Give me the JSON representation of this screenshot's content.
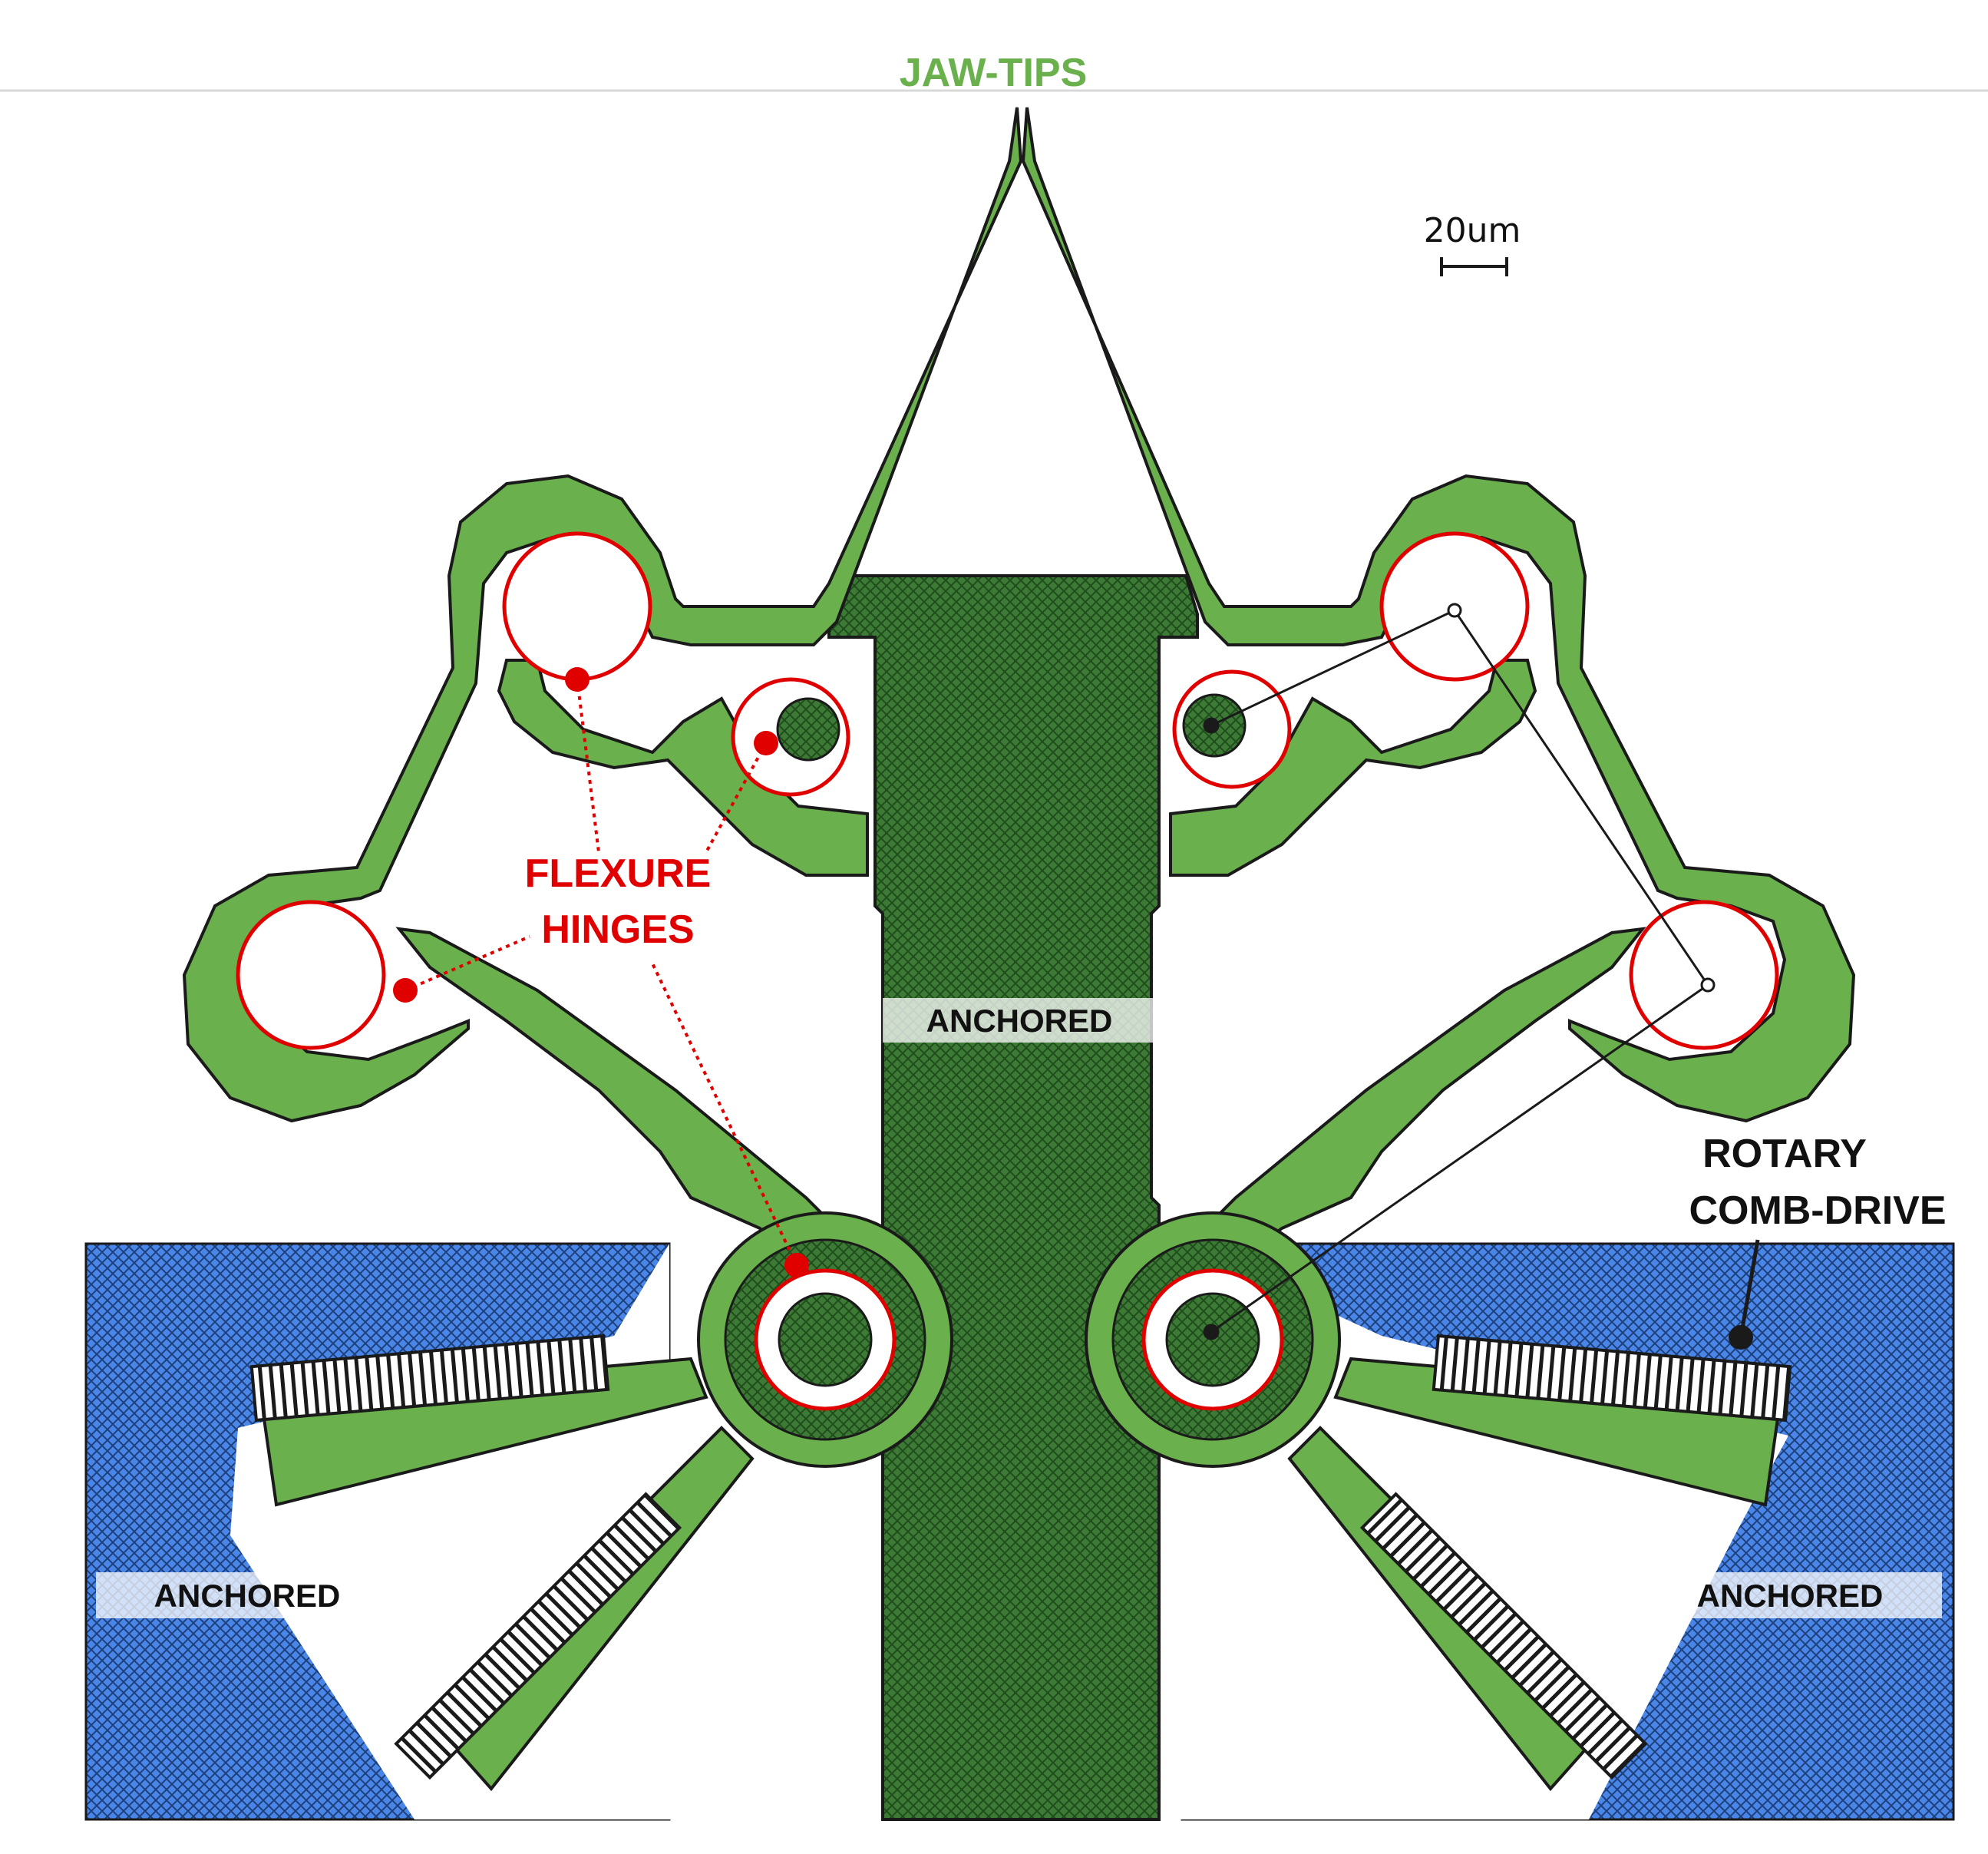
{
  "labels": {
    "jaw_tips": "JAW-TIPS",
    "scale_bar": "20um",
    "flexure_line1": "FLEXURE",
    "flexure_line2": "HINGES",
    "anchored_center": "ANCHORED",
    "anchored_left": "ANCHORED",
    "anchored_right": "ANCHORED",
    "rotary_line1": "ROTARY",
    "rotary_line2": "COMB-DRIVE"
  },
  "colors": {
    "green_structure": "#6ab04c",
    "dark_green_anchor": "#3d7a35",
    "blue_anchor": "#4a86e8",
    "hinge_red": "#e00000",
    "outline": "#1a1a1a"
  }
}
